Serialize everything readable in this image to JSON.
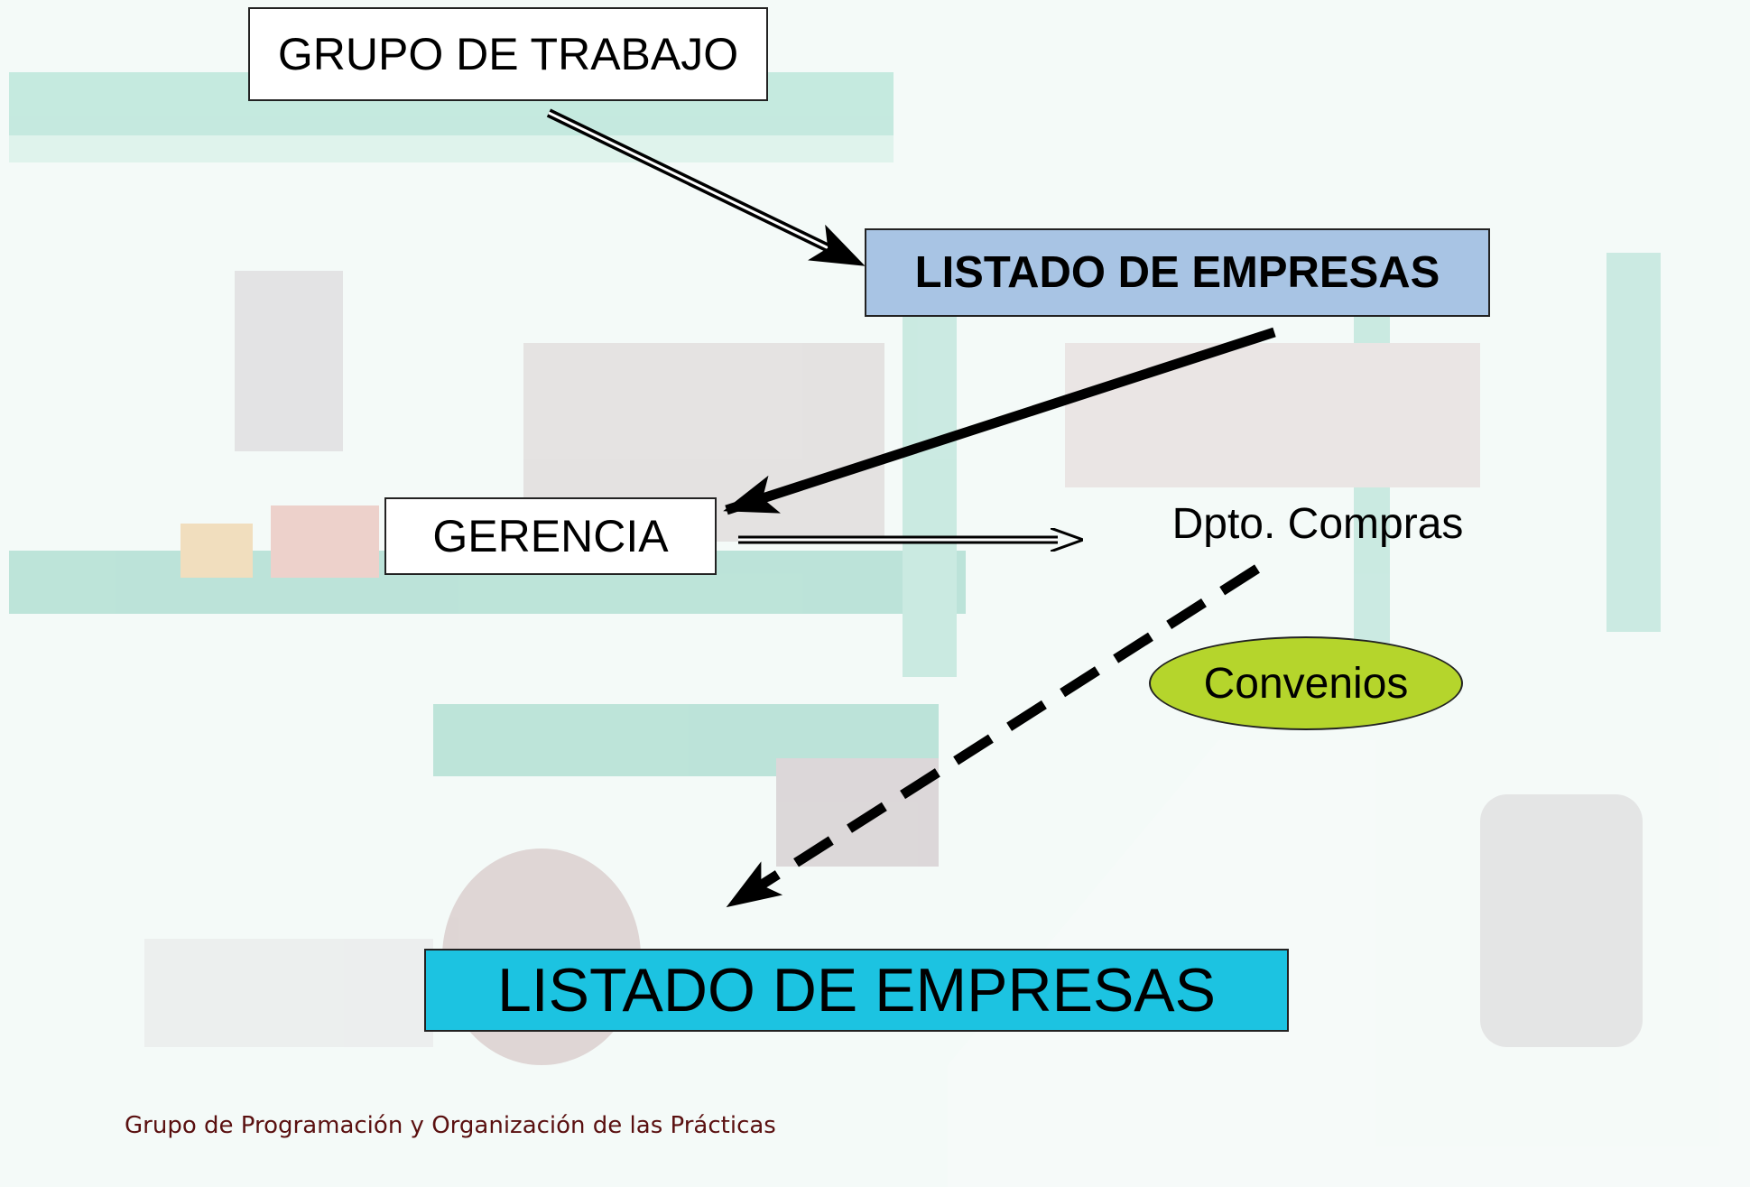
{
  "colors": {
    "listado_top_fill": "#a8c4e4",
    "listado_bottom_fill": "#1cc3e1",
    "convenios_fill": "#b5d52c",
    "footer_text": "#5a1010",
    "background_lab_teal": "#8fd2c0"
  },
  "nodes": {
    "grupo_trabajo": "GRUPO DE TRABAJO",
    "listado_empresas_top": "LISTADO DE EMPRESAS",
    "gerencia": "GERENCIA",
    "dpto_compras": "Dpto. Compras",
    "convenios": "Convenios",
    "listado_empresas_bottom": "LISTADO DE EMPRESAS"
  },
  "edges": [
    {
      "from": "grupo_trabajo",
      "to": "listado_empresas_top",
      "style": "double-line"
    },
    {
      "from": "listado_empresas_top",
      "to": "gerencia",
      "style": "thick-solid"
    },
    {
      "from": "gerencia",
      "to": "dpto_compras",
      "style": "double-line"
    },
    {
      "from": "dpto_compras",
      "to": "listado_empresas_bottom",
      "style": "dashed"
    }
  ],
  "footer": "Grupo de Programación y Organización de las Prácticas"
}
